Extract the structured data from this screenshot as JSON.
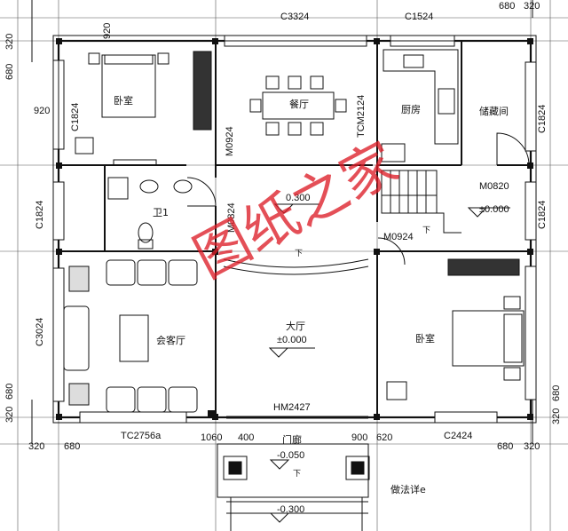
{
  "rooms": {
    "bedroom_nw": "卧室",
    "dining": "餐厅",
    "kitchen": "厨房",
    "storage": "储藏间",
    "bathroom": "卫1",
    "living": "会客厅",
    "hall": "大厅",
    "bedroom_se": "卧室"
  },
  "levels": {
    "stair_landing": "0.300",
    "stair_floor": "±0.000",
    "hall": "±0.000",
    "porch": "-0.050",
    "step_bottom": "-0.300"
  },
  "openings": {
    "top_window_mid": "C3324",
    "top_window_kitchen": "C1524",
    "left_window_bedroom": "C1824",
    "left_window_bath": "C1824",
    "left_window_living": "C3024",
    "right_window_storage": "C1824",
    "right_window_stair": "C1824",
    "kitchen_door": "TCM2124",
    "bedroom_door": "M0924",
    "bath_door": "M0824",
    "storage_door": "M0820",
    "stair_door": "M0924",
    "main_door": "HM2427",
    "living_bay": "TC2756a",
    "bedroom_window_se": "C2424"
  },
  "dimensions": {
    "top_right_a": "680",
    "top_right_b": "320",
    "top_left_a": "320",
    "top_left_b": "680",
    "top_left_c": "920",
    "left_c": "920",
    "bottom_left_a": "320",
    "bottom_left_b": "680",
    "bottom_left_c": "320",
    "bottom_left_d": "680",
    "bottom_mid_a": "1060",
    "bottom_mid_b": "400",
    "bottom_mid_c": "900",
    "bottom_mid_d": "620",
    "bottom_right_a": "680",
    "bottom_right_b": "320",
    "bottom_right_c": "320",
    "bottom_right_d": "680"
  },
  "annotations": {
    "porch_label": "门廊",
    "detail_ref": "做法详e",
    "down_1": "下",
    "down_2": "下",
    "down_3": "下"
  },
  "watermark": "图纸之家"
}
